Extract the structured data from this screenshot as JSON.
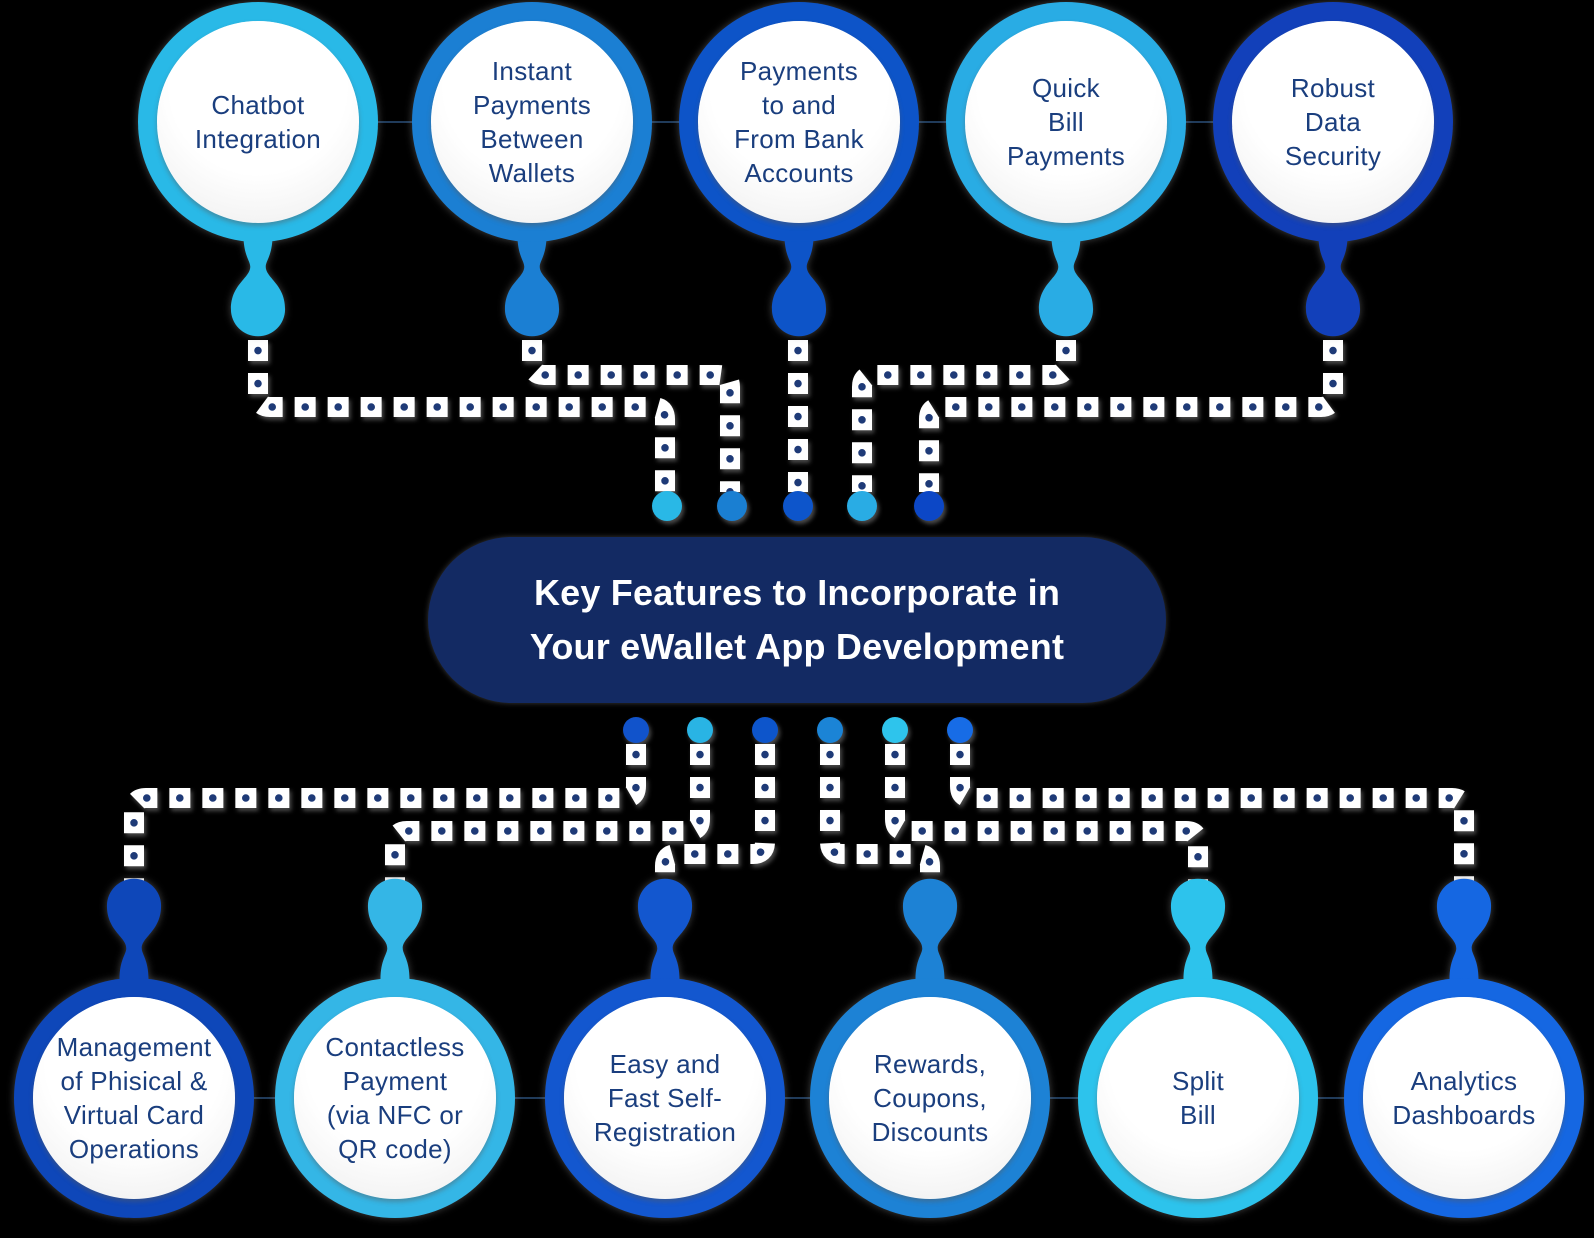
{
  "background": "#000000",
  "label_text_color": "#1a3e7e",
  "center": {
    "line1": "Key Features to Incorporate in",
    "line2": "Your eWallet App Development",
    "bg": "#132a63",
    "text_color": "#ffffff"
  },
  "nodes": {
    "top": [
      {
        "label": "Chatbot\nIntegration",
        "color": "#29b9e7"
      },
      {
        "label": "Instant\nPayments\nBetween\nWallets",
        "color": "#1b7fd3"
      },
      {
        "label": "Payments\nto and\nFrom Bank\nAccounts",
        "color": "#0d54c8"
      },
      {
        "label": "Quick\nBill\nPayments",
        "color": "#29ace4"
      },
      {
        "label": "Robust\nData\nSecurity",
        "color": "#1240ba"
      }
    ],
    "bottom": [
      {
        "label": "Management\nof Phisical &\nVirtual Card\nOperations",
        "color": "#0e47b9"
      },
      {
        "label": "Contactless\nPayment\n(via NFC or\nQR code)",
        "color": "#34b6e6"
      },
      {
        "label": "Easy and\nFast Self-\nRegistration",
        "color": "#1357cf"
      },
      {
        "label": "Rewards,\nCoupons,\nDiscounts",
        "color": "#1d82d5"
      },
      {
        "label": "Split\nBill",
        "color": "#2dc3ec"
      },
      {
        "label": "Analytics\nDashboards",
        "color": "#1567e2"
      }
    ]
  },
  "connectors": {
    "stitch_white": "#ffffff",
    "stitch_dot": "#1e3a77",
    "top_endpoints": [
      "#29b8e6",
      "#1a7fd2",
      "#0d55cb",
      "#29ace4",
      "#0c47c6"
    ],
    "bottom_endpoints": [
      "#1153cb",
      "#29b4e4",
      "#0d55cb",
      "#1b84d6",
      "#2ec4ec",
      "#176ce6"
    ]
  }
}
